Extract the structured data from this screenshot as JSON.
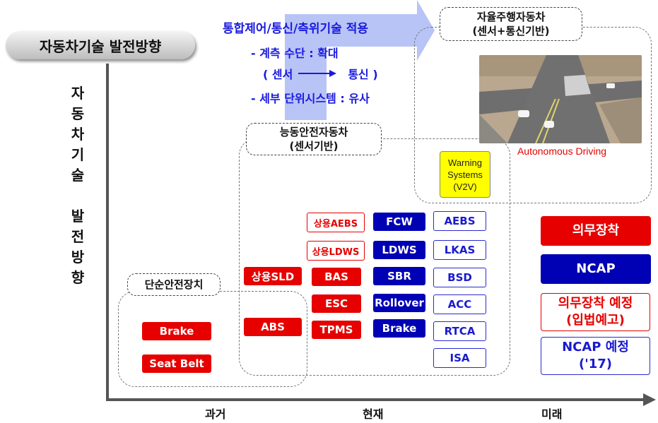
{
  "title": "자동차기술 발전방향",
  "vertical_title": [
    "자",
    "동",
    "차",
    "기",
    "술",
    "",
    "발",
    "전",
    "방",
    "향"
  ],
  "x_labels": {
    "past": "과거",
    "present": "현재",
    "future": "미래"
  },
  "arrow_text": {
    "line1": "통합제어/통신/측위기술  적용",
    "line2": "- 계측 수단 : 확대",
    "line3_left": "( 센서",
    "line3_right": "통신 )",
    "line4": "- 세부 단위시스템 : 유사"
  },
  "groups": {
    "simple": "단순안전장치",
    "active_1": "능동안전자동차",
    "active_2": "(센서기반)",
    "autonomous_1": "자율주행자동차",
    "autonomous_2": "(센서+통신기반)"
  },
  "warning": {
    "line1": "Warning",
    "line2": "Systems",
    "line3": "(V2V)"
  },
  "photo_caption": "Autonomous Driving",
  "systems": {
    "brake": "Brake",
    "seat_belt": "Seat Belt",
    "sld": "상용SLD",
    "abs": "ABS",
    "aebs_comm": "상용AEBS",
    "ldws_comm": "상용LDWS",
    "bas": "BAS",
    "esc": "ESC",
    "tpms": "TPMS",
    "fcw": "FCW",
    "ldws": "LDWS",
    "sbr": "SBR",
    "rollover": "Rollover",
    "brake2": "Brake",
    "aebs": "AEBS",
    "lkas": "LKAS",
    "bsd": "BSD",
    "acc": "ACC",
    "rtca": "RTCA",
    "isa": "ISA"
  },
  "legend": {
    "mandatory": "의무장착",
    "ncap": "NCAP",
    "mandatory_planned_1": "의무장착 예정",
    "mandatory_planned_2": "(입법예고)",
    "ncap_planned_1": "NCAP 예정",
    "ncap_planned_2": "('17)"
  },
  "colors": {
    "mandatory": "#e60000",
    "ncap": "#0000b4",
    "arrow": "#b8c4f6",
    "warning": "#ffff00"
  }
}
